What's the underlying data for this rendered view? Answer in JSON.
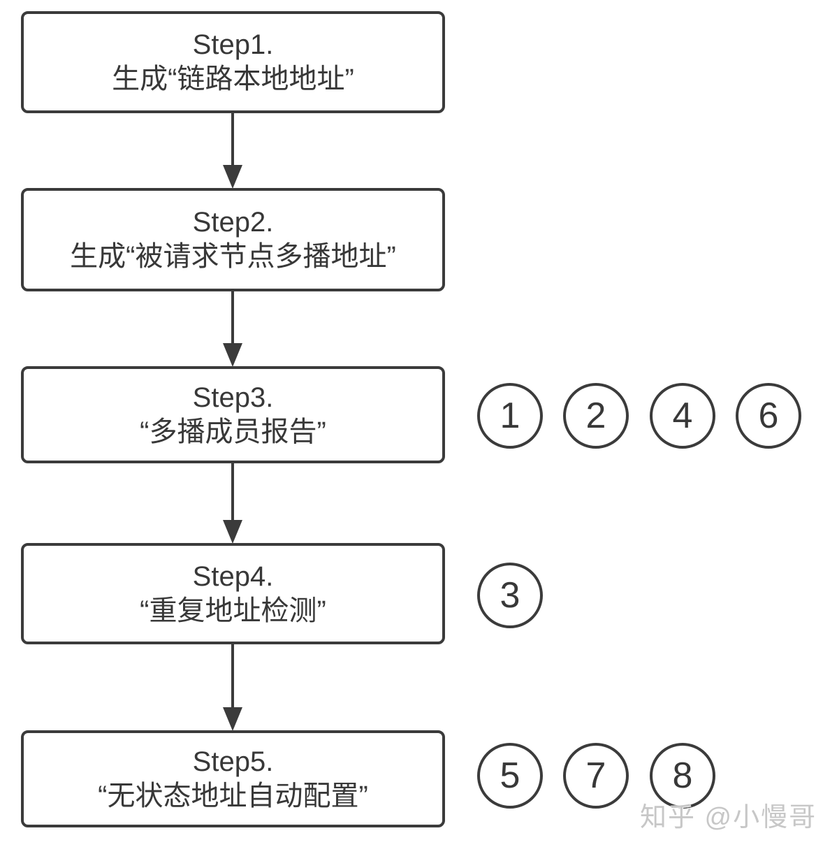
{
  "steps": [
    {
      "title": "Step1.",
      "subtitle": "生成“链路本地地址”",
      "badges": []
    },
    {
      "title": "Step2.",
      "subtitle": "生成“被请求节点多播地址”",
      "badges": []
    },
    {
      "title": "Step3.",
      "subtitle": "“多播成员报告”",
      "badges": [
        "1",
        "2",
        "4",
        "6"
      ]
    },
    {
      "title": "Step4.",
      "subtitle": "“重复地址检测”",
      "badges": [
        "3"
      ]
    },
    {
      "title": "Step5.",
      "subtitle": "“无状态地址自动配置”",
      "badges": [
        "5",
        "7",
        "8"
      ]
    }
  ],
  "watermark": "知乎 @小慢哥",
  "colors": {
    "line": "#3b3b3b",
    "text": "#383838",
    "background": "#ffffff",
    "watermark": "#c7c7c7"
  }
}
